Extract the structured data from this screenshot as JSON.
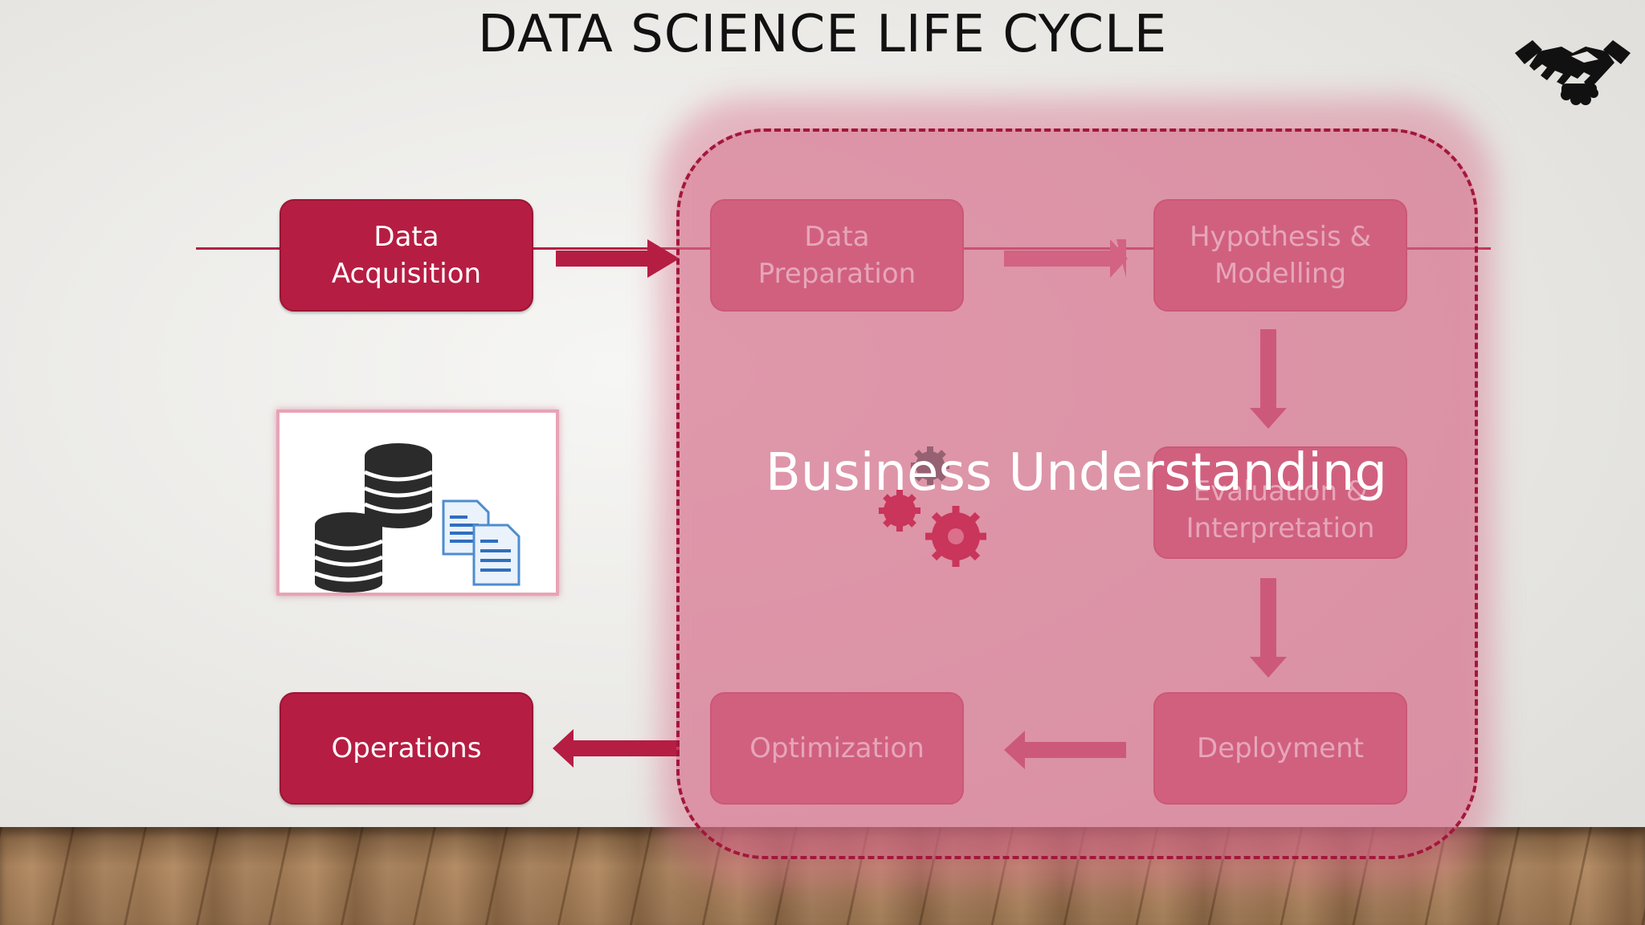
{
  "slide": {
    "title": "DATA SCIENCE LIFE CYCLE",
    "overlay_label": "Business Understanding"
  },
  "steps": {
    "data_acquisition": "Data\nAcquisition",
    "data_preparation": "Data\nPreparation",
    "hypothesis_modelling": "Hypothesis &\nModelling",
    "evaluation_interpretation": "Evaluation &\nInterpretation",
    "deployment": "Deployment",
    "optimization": "Optimization",
    "operations": "Operations"
  },
  "colors": {
    "accent": "#b61d43",
    "faded_box": "#cf5a79",
    "overlay": "#d5698780",
    "dashed_border": "#a3173a",
    "title_text": "#111111"
  },
  "icons": [
    "handshake-icon",
    "database-documents-icon",
    "gears-icon"
  ]
}
